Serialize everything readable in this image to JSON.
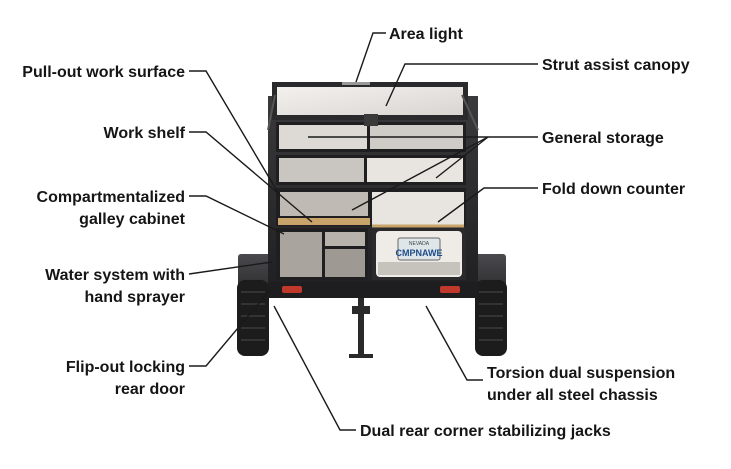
{
  "labels": {
    "area_light": "Area light",
    "strut_canopy": "Strut assist canopy",
    "work_surface": "Pull-out work surface",
    "general_storage": "General storage",
    "work_shelf": "Work shelf",
    "fold_counter": "Fold down counter",
    "galley_line1": "Compartmentalized",
    "galley_line2": "galley cabinet",
    "water_line1": "Water system with",
    "water_line2": "hand sprayer",
    "door_line1": "Flip-out locking",
    "door_line2": "rear door",
    "torsion_line1": "Torsion dual suspension",
    "torsion_line2": "under all steel chassis",
    "jacks": "Dual rear corner stabilizing jacks"
  },
  "license_plate": {
    "state": "NEVADA",
    "number": "CMPNAWE"
  },
  "colors": {
    "frame": "#2b2b2d",
    "panel": "#e9e7e4",
    "wood": "#c9a46a",
    "tire": "#1c1c1c",
    "reflector": "#c0392b",
    "text": "#151515"
  }
}
